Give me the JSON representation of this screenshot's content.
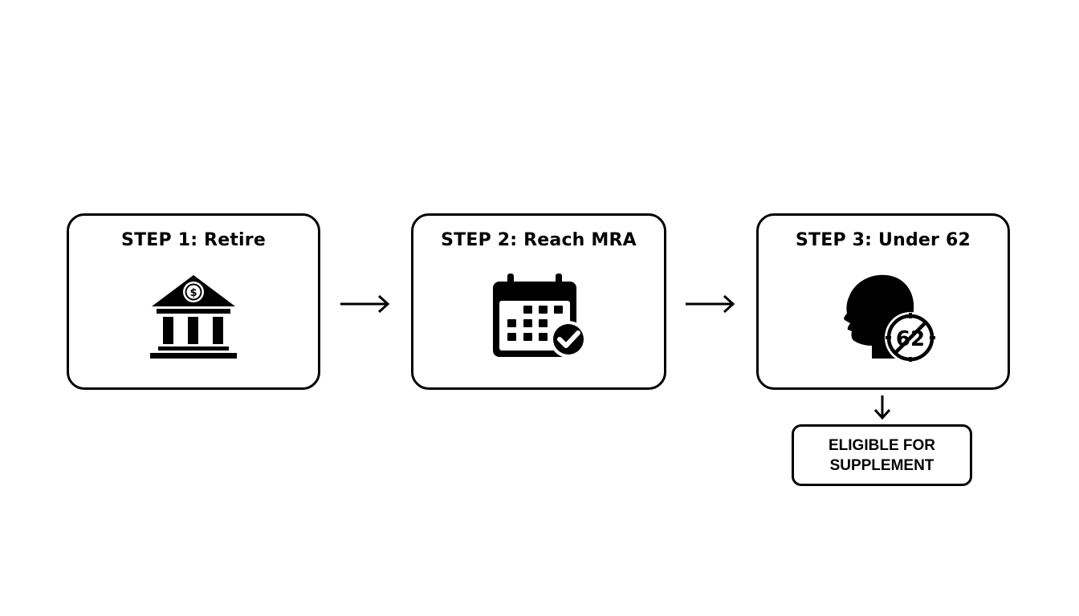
{
  "steps": [
    {
      "title": "STEP 1: Retire",
      "icon": "bank-dollar-icon"
    },
    {
      "title": "STEP 2: Reach MRA",
      "icon": "calendar-check-icon"
    },
    {
      "title": "STEP 3: Under 62",
      "icon": "head-age-62-icon",
      "badge_text": "62"
    }
  ],
  "result": {
    "line1": "ELIGIBLE FOR",
    "line2": "SUPPLEMENT"
  }
}
